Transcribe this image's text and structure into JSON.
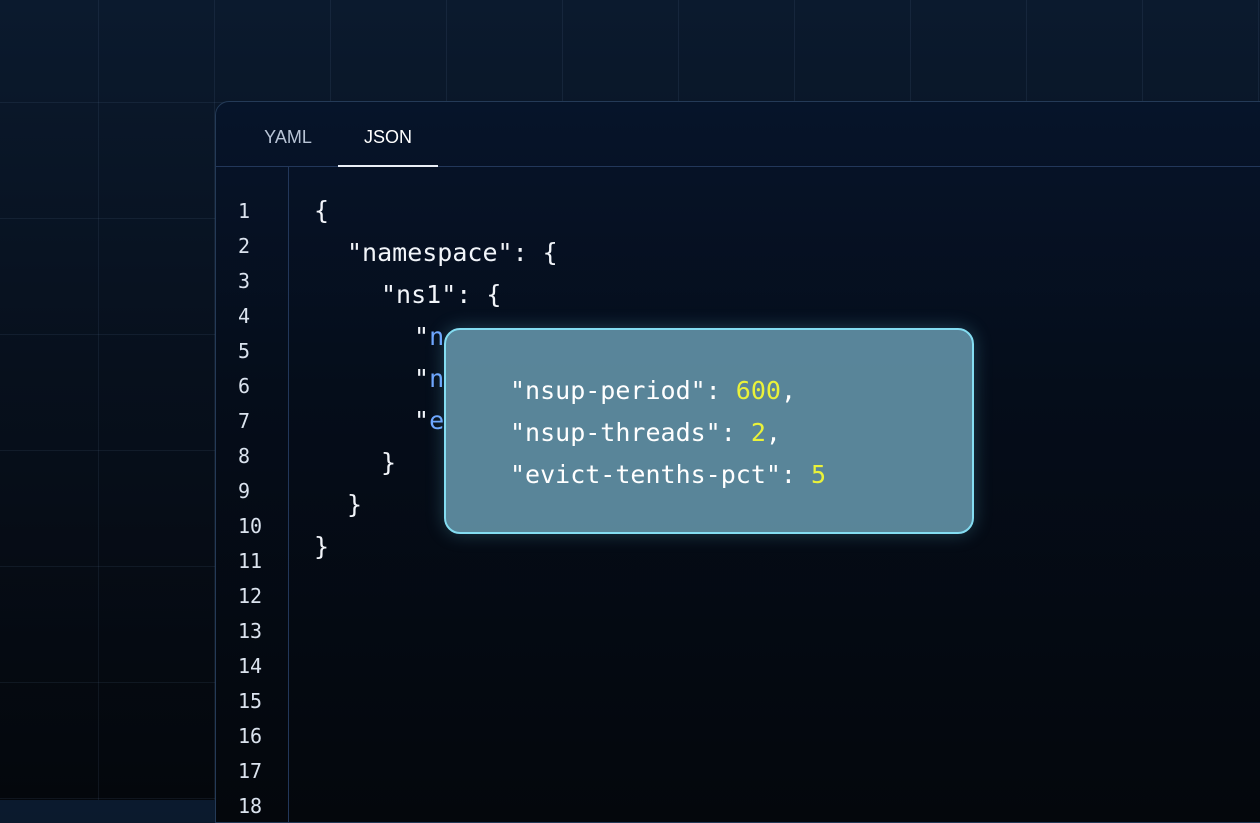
{
  "tabs": [
    {
      "label": "YAML",
      "active": false
    },
    {
      "label": "JSON",
      "active": true
    }
  ],
  "line_numbers": [
    "1",
    "2",
    "3",
    "4",
    "5",
    "6",
    "7",
    "8",
    "9",
    "10",
    "11",
    "12",
    "13",
    "14",
    "15",
    "16",
    "17",
    "18"
  ],
  "code": {
    "l1": "{",
    "l2": "\"namespace\": {",
    "l3": "\"ns1\": {",
    "l5_quote": "\"",
    "l5_letter": "n",
    "l6_quote": "\"",
    "l6_letter": "n",
    "l7_quote": "\"",
    "l7_letter": "e",
    "l8": "}",
    "l9": "}",
    "l10": "}"
  },
  "overlay": {
    "rows": [
      {
        "key": "\"nsup-period\": ",
        "value": "600",
        "suffix": ","
      },
      {
        "key": "\"nsup-threads\": ",
        "value": "2",
        "suffix": ","
      },
      {
        "key": "\"evict-tenths-pct\": ",
        "value": "5",
        "suffix": ""
      }
    ]
  },
  "colors": {
    "accent_key": "#6fa6ff",
    "number": "#eaf23a",
    "overlay_border": "#84ddf2"
  }
}
